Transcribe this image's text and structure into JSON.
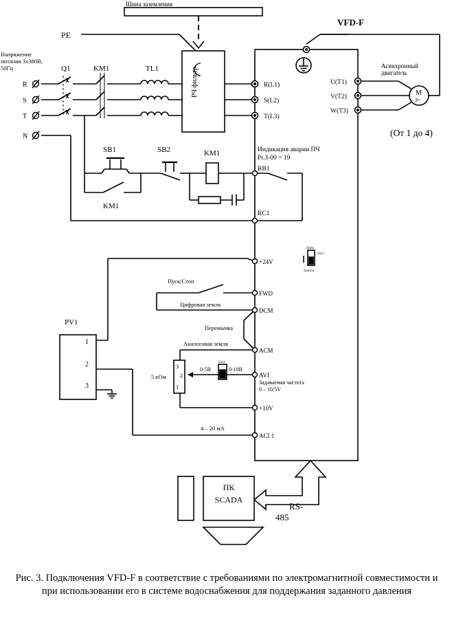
{
  "diagram": {
    "ground_bus": "Шина заземления",
    "pe": "PE",
    "vfd_title": "VFD-F",
    "supply": [
      "Напряжение",
      "питания 3х380В,",
      "50Гц"
    ],
    "phases": [
      "R",
      "S",
      "T",
      "N"
    ],
    "q1": "Q1",
    "km1": "KM1",
    "tl1": "TL1",
    "filter": "РЧ фильтр",
    "input_terms": [
      "R(L1)",
      "S(L2)",
      "T(L3)"
    ],
    "output_terms": [
      "U(T1)",
      "V(T2)",
      "W(T3)"
    ],
    "motor_title": [
      "Асинхронный",
      "двигатель"
    ],
    "motor_m": "M",
    "motor_3": "3~",
    "pumps": "(От 1 до 4)",
    "sb1": "SB1",
    "sb2": "SB2",
    "km1_coil": "KM1",
    "km1_contact": "KM1",
    "alarm": [
      "Индикация аварии ПЧ",
      "Pr.3-00 = 19"
    ],
    "rb1": "RB1",
    "rc1": "RC1",
    "sink": "Sink",
    "sw1": "Sw1",
    "source": "Source",
    "p24": "+24V",
    "startstop": "Пуск/Стоп",
    "fwd": "FWD",
    "digital_ground": "Цифровая земля",
    "dcm": "DCM",
    "jumper": "Перемычка",
    "pv1": "PV1",
    "pv_pins": [
      "1",
      "2",
      "3"
    ],
    "analog_ground": "Аналоговая земля",
    "acm": "ACM",
    "pot": "5 кОм",
    "pot_pins": [
      "3",
      "2",
      "1"
    ],
    "sw2": "Sw2",
    "range_a": "0-5В",
    "range_b": "0-10В",
    "avi": "AVI",
    "setpoint": [
      "Задаваемая частота",
      "0 – 10/5V"
    ],
    "p10": "+10V",
    "current": "4 – 20 мА",
    "aci": "ACI 1",
    "pc": [
      "ПК",
      "SCADA"
    ],
    "rs": [
      "RS-",
      "485"
    ]
  },
  "caption": "Рис. 3. Подключения VFD-F в соответствие с требованиями по электромагнитной совместимости и при использовании его в системе водоснабжения для поддержания заданного давления"
}
